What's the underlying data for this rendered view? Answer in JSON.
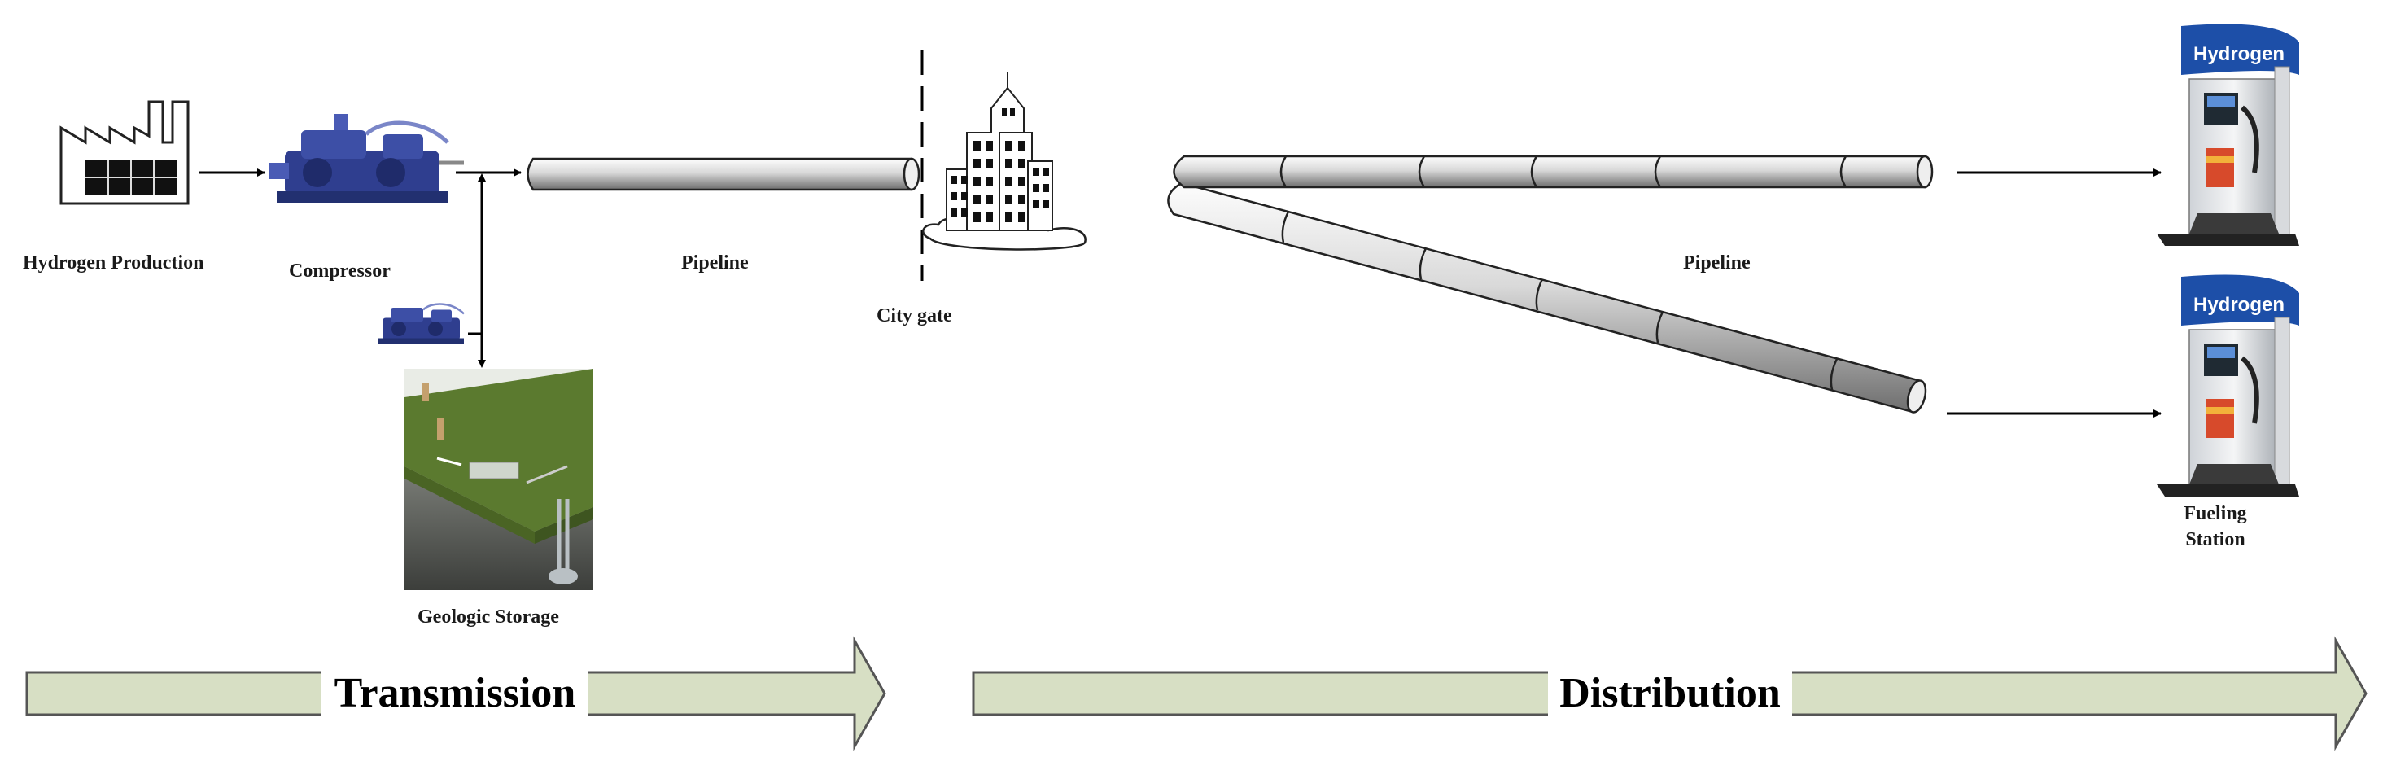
{
  "labels": {
    "production": "Hydrogen Production",
    "compressor": "Compressor",
    "pipeline_left": "Pipeline",
    "city_gate": "City gate",
    "pipeline_right": "Pipeline",
    "storage": "Geologic Storage",
    "fueling_line1": "Fueling",
    "fueling_line2": "Station",
    "pump_sign": "Hydrogen"
  },
  "phases": {
    "transmission": "Transmission",
    "distribution": "Distribution"
  },
  "colors": {
    "phase_arrow_fill": "#d7dfc4",
    "phase_arrow_stroke": "#555555",
    "pipe_light": "#f2f2f2",
    "pipe_dark": "#8a8a8a",
    "compressor_blue": "#2f3e8f",
    "pump_sign_blue": "#1d4fa8",
    "ground_green": "#5b7a2f"
  },
  "icons": [
    "factory-icon",
    "compressor-icon",
    "city-icon",
    "geologic-storage-icon",
    "fuel-pump-icon"
  ]
}
